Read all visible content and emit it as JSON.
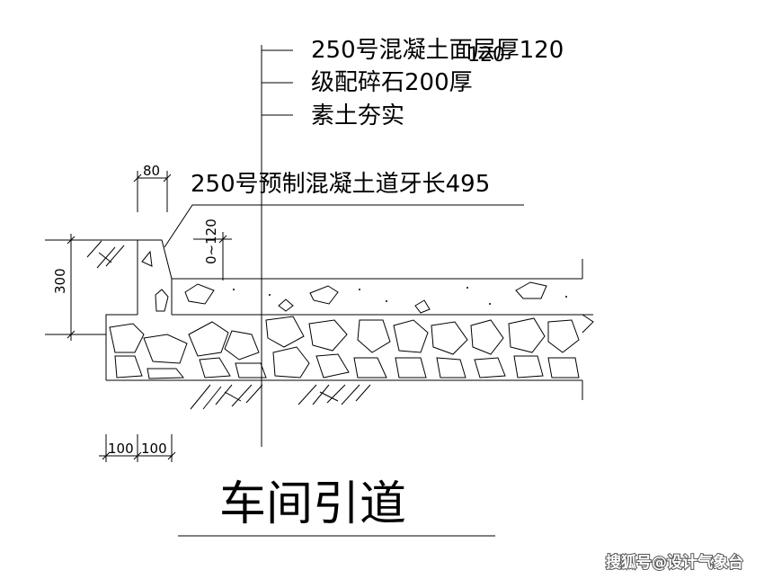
{
  "labels": {
    "layer_surface": "250号混凝土面层厚120",
    "layer_surface_overlap": "120",
    "layer_base": "级配碎石200厚",
    "layer_subgrade": "素土夯实",
    "curb": "250号预制混凝土道牙长495"
  },
  "dimensions": {
    "curb_width": "80",
    "height_300": "300",
    "height_range": "0~120",
    "bottom_left": "100",
    "bottom_right": "100"
  },
  "title": "车间引道",
  "watermark": "搜狐号@设计气象台",
  "colors": {
    "line": "#000000",
    "background": "#ffffff"
  }
}
